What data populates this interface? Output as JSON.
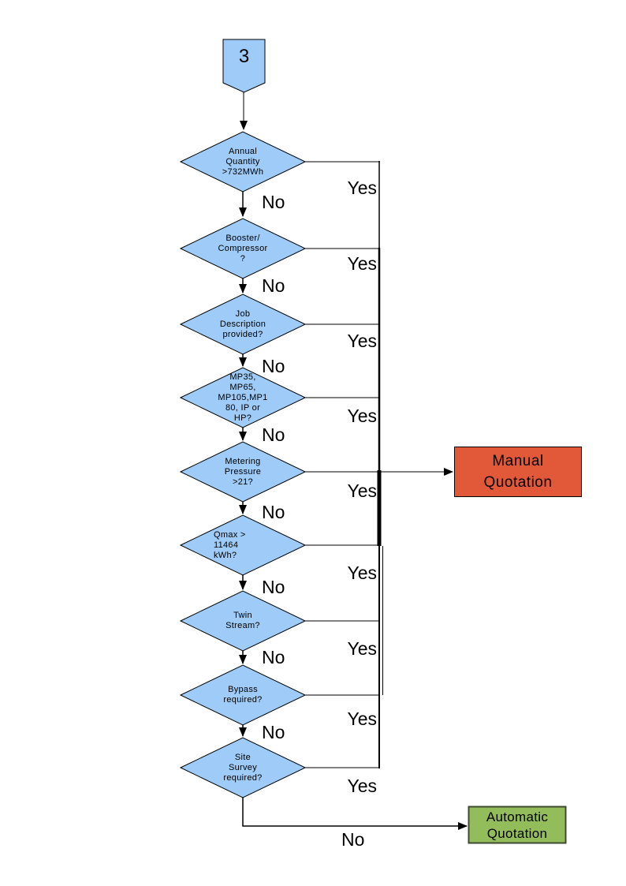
{
  "page": {
    "background": "#ffffff"
  },
  "colors": {
    "diamond_fill": "#9ecbf7",
    "line": "#000000",
    "manual_fill": "#e2593a",
    "manual_border": "#000000",
    "automatic_fill": "#93bd5a",
    "automatic_border": "#3f4a33"
  },
  "offpage_connector": {
    "label": "3"
  },
  "labels": {
    "yes": "Yes",
    "no": "No"
  },
  "diamonds": [
    {
      "id": "annual-quantity",
      "label": "Annual\nQuantity\n>732MWh"
    },
    {
      "id": "booster-compressor",
      "label": "Booster/\nCompressor\n?"
    },
    {
      "id": "job-description",
      "label": "Job\nDescription\nprovided?"
    },
    {
      "id": "pressure-tier",
      "label": "MP35,\nMP65,\nMP105,MP1\n80, IP or\nHP?"
    },
    {
      "id": "metering-pressure",
      "label": "Metering\nPressure\n>21?"
    },
    {
      "id": "qmax",
      "label": "Qmax >\n11464\nkWh?"
    },
    {
      "id": "twin-stream",
      "label": "Twin\nStream?"
    },
    {
      "id": "bypass",
      "label": "Bypass\nrequired?"
    },
    {
      "id": "site-survey",
      "label": "Site\nSurvey\nrequired?"
    }
  ],
  "terminals": {
    "manual": {
      "label": "Manual\nQuotation"
    },
    "automatic": {
      "label": "Automatic\nQuotation"
    }
  }
}
